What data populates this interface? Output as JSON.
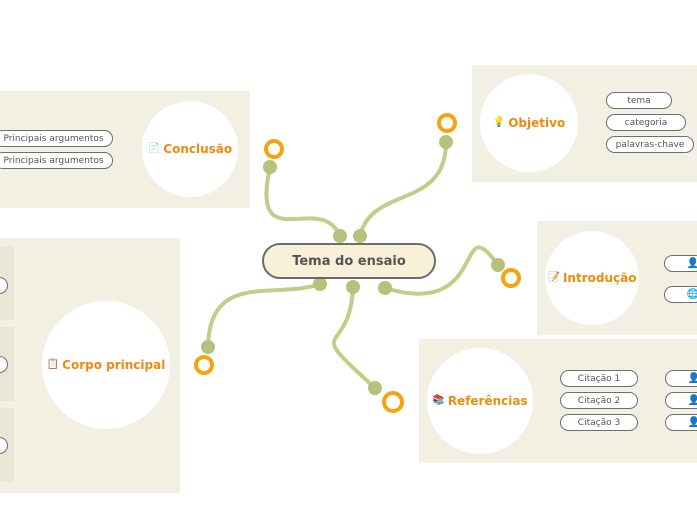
{
  "central": {
    "label": "Tema do ensaio"
  },
  "topics": {
    "conclusao": {
      "label": "Conclusão",
      "icon": "memo-icon",
      "items": [
        "Principais argumentos",
        "Principais argumentos"
      ]
    },
    "objetivo": {
      "label": "Objetivo",
      "icon": "lightbulb-icon",
      "items": [
        "tema",
        "categoria",
        "palavras-chave"
      ]
    },
    "introducao": {
      "label": "Introdução",
      "icon": "pencil-memo-icon"
    },
    "corpo": {
      "label": "Corpo principal",
      "icon": "clipboard-icon"
    },
    "referencias": {
      "label": "Referências",
      "icon": "books-icon",
      "items": [
        "Citação 1",
        "Citação 2",
        "Citação 3"
      ]
    }
  },
  "colors": {
    "branch": "#c5cc8a",
    "connector_dot": "#b6c27c",
    "ring": "#f5a40f",
    "topic_text": "#f08a0c",
    "panel": "#f2efe3"
  }
}
